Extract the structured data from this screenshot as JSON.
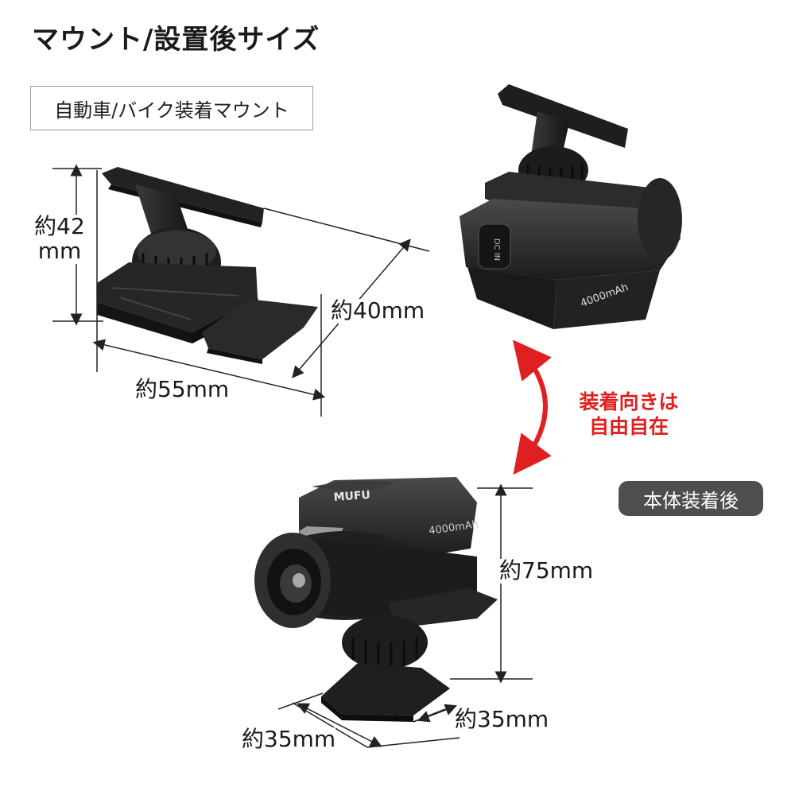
{
  "header": {
    "title": "マウント/設置後サイズ"
  },
  "mount_section": {
    "label": "自動車/バイク装着マウント"
  },
  "dimensions": {
    "mount_height_line1": "約42",
    "mount_height_line2": "mm",
    "mount_depth": "約40mm",
    "mount_width": "約55mm",
    "body_height": "約75mm",
    "body_depth": "約35mm",
    "body_width": "約35mm"
  },
  "orientation_note": {
    "line1": "装着向きは",
    "line2": "自由自在"
  },
  "after_badge": {
    "label": "本体装着後"
  },
  "camera": {
    "brand": "MUFU",
    "battery": "4000mAh"
  },
  "battery_module": {
    "battery": "4000mAh",
    "port": "DC IN"
  },
  "colors": {
    "accent_red": "#e02020",
    "badge_bg": "#4e4e4e",
    "device_body": "#2b2b2b"
  }
}
